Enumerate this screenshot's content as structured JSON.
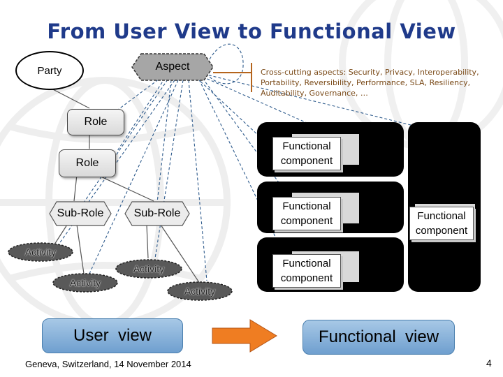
{
  "slide": {
    "title": "From User View to Functional View",
    "footer": "Geneva, Switzerland, 14 November 2014",
    "page_number": "4"
  },
  "user_view": {
    "party": "Party",
    "aspect": "Aspect",
    "role_top": "Role",
    "role": "Role",
    "sub_roles": [
      "Sub-Role",
      "Sub-Role"
    ],
    "activities": [
      "Activity",
      "Activity",
      "Activity",
      "Activity"
    ],
    "label": "User  view"
  },
  "cross_cutting": {
    "text": "Cross-cutting aspects: Security, Privacy, Interoperability, Portability, Reversibility, Performance, SLA, Resiliency, Auditability, Governance, …"
  },
  "functional_view": {
    "components": [
      "Functional component",
      "Functional component",
      "Functional component",
      "Functional component"
    ],
    "label": "Functional  view"
  },
  "colors": {
    "title": "#1f3a8a",
    "arrow": "#ef7d22",
    "view_box": "#8db4dd",
    "aspect_fill": "#a6a6a6",
    "cross_cutting_text": "#7a4a18"
  }
}
